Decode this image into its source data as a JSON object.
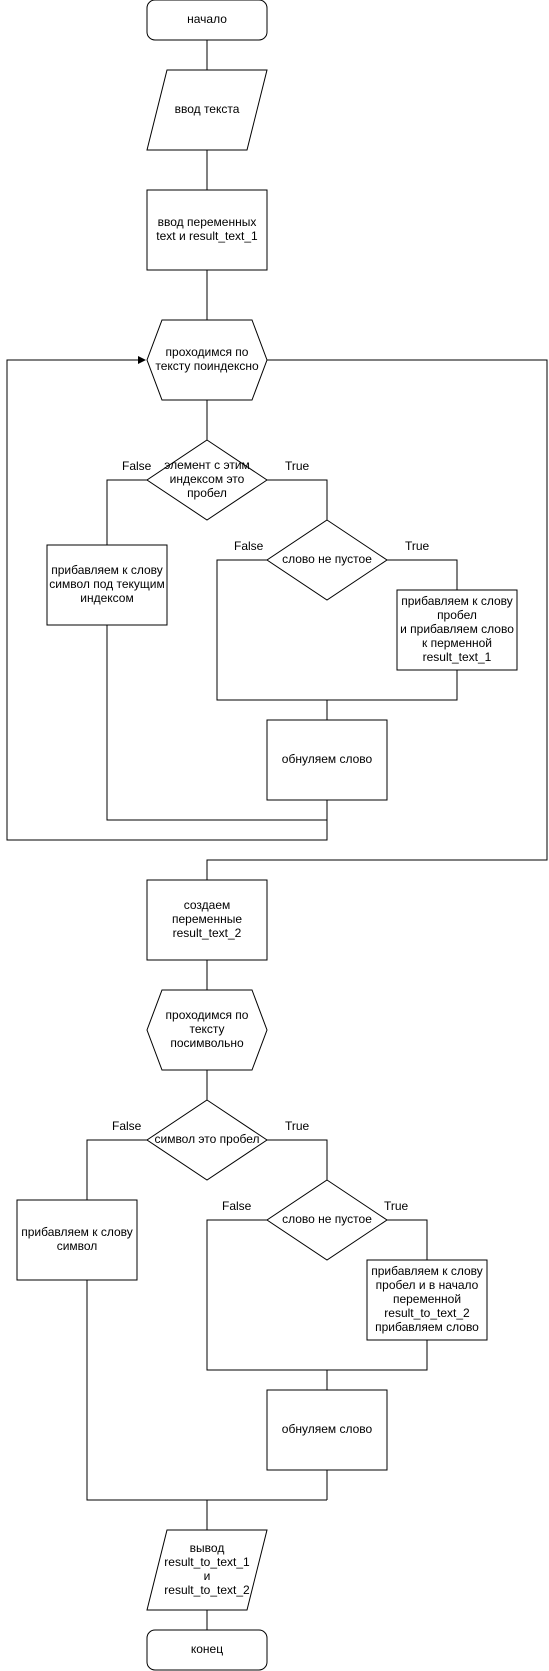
{
  "diagram": {
    "nodes": {
      "start": [
        "начало"
      ],
      "input_text": [
        "ввод текста"
      ],
      "init_vars": [
        "ввод переменных",
        "text и result_text_1"
      ],
      "loop1": [
        "проходимся по",
        "тексту поиндексно"
      ],
      "cond_space1": [
        "элемент с этим",
        "индексом это",
        "пробел"
      ],
      "add_char1": [
        "прибавляем к слову",
        "символ под текущим",
        "индексом"
      ],
      "cond_word1": [
        "слово не пустое"
      ],
      "add_word1": [
        "прибавляем к слову",
        "пробел",
        "и прибавляем слово",
        "к перменной",
        "result_text_1"
      ],
      "reset1": [
        "обнуляем слово"
      ],
      "create_var2": [
        "создаем",
        "переменные",
        "result_text_2"
      ],
      "loop2": [
        "проходимся по",
        "тексту",
        "посимвольно"
      ],
      "cond_space2": [
        "символ это пробел"
      ],
      "add_char2": [
        "прибавляем к слову",
        "символ"
      ],
      "cond_word2": [
        "слово не пустое"
      ],
      "add_word2": [
        "прибавляем к слову",
        "пробел и в начало",
        "переменной",
        "result_to_text_2",
        "прибавляем слово"
      ],
      "reset2": [
        "обнуляем слово"
      ],
      "output": [
        "вывод",
        "result_to_text_1",
        "и",
        "result_to_text_2"
      ],
      "end": [
        "конец"
      ]
    },
    "edge_labels": {
      "false1": "False",
      "true1": "True",
      "false2": "False",
      "true2": "True",
      "false3": "False",
      "true3": "True",
      "false4": "False",
      "true4": "True"
    }
  }
}
